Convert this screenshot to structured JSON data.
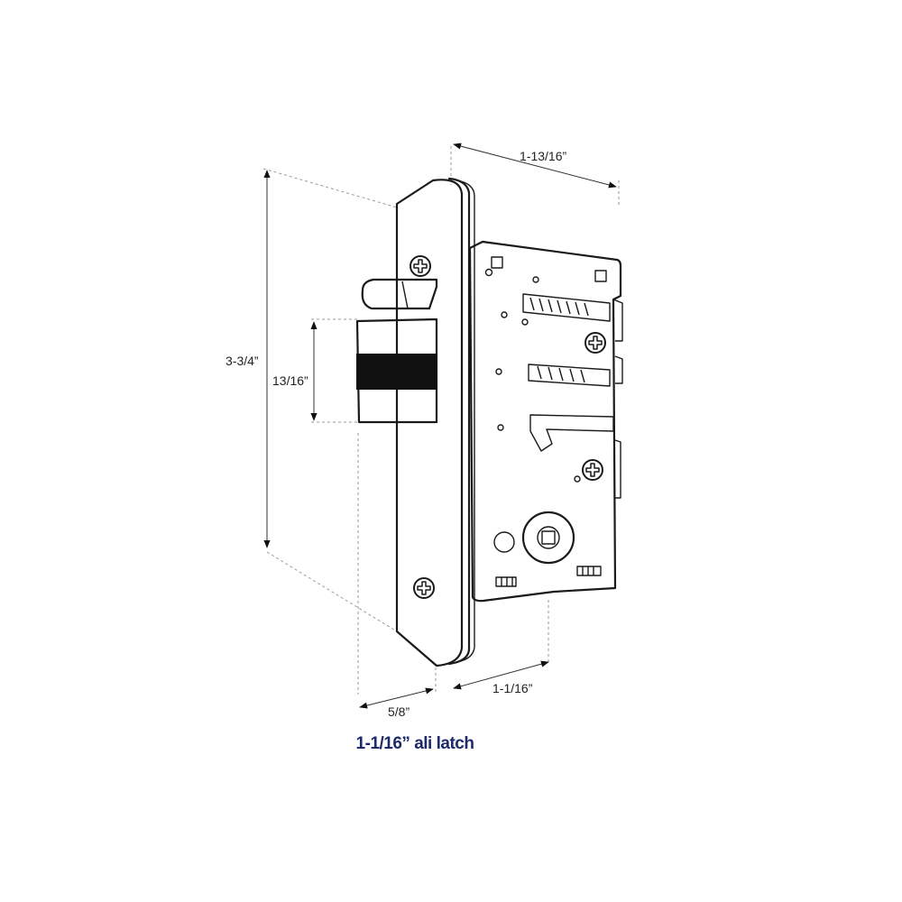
{
  "caption": {
    "text": "1-1/16” ali latch",
    "color": "#1f2a6b"
  },
  "dimensions": {
    "top_depth": "1-13/16”",
    "height": "3-3/4”",
    "latch_height": "13/16”",
    "bottom_depth": "1-1/16”",
    "faceplate_width": "5/8”"
  },
  "colors": {
    "line": "#1a1a1a",
    "dimension_line": "#333333",
    "extension_line": "#9a9a9a",
    "latch_band": "#111111"
  },
  "icons": [
    "phillips-screw-icon",
    "arrowhead-icon"
  ]
}
